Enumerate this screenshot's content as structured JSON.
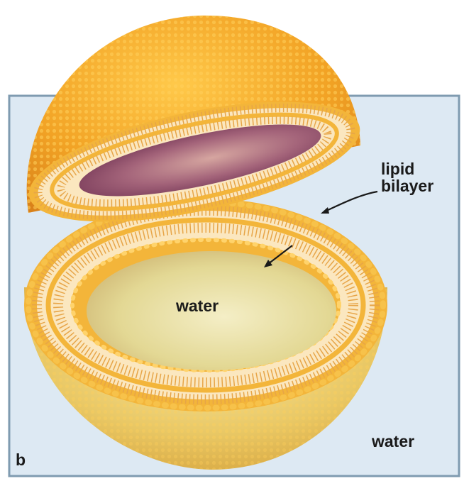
{
  "labels": {
    "bilayer_line1": "lipid",
    "bilayer_line2": "bilayer",
    "inner_water": "water",
    "outer_water": "water",
    "panel": "b"
  },
  "colors": {
    "background_panel": "#dde9f3",
    "panel_border": "#7f9bb0",
    "shell_orange": "#f3a62a",
    "head_yellow": "#f5b630",
    "interior_inner": "#e8dfa6",
    "cap_interior": "#9a5a70"
  },
  "icons": [
    "liposome-illustration",
    "pointer-arrow"
  ]
}
